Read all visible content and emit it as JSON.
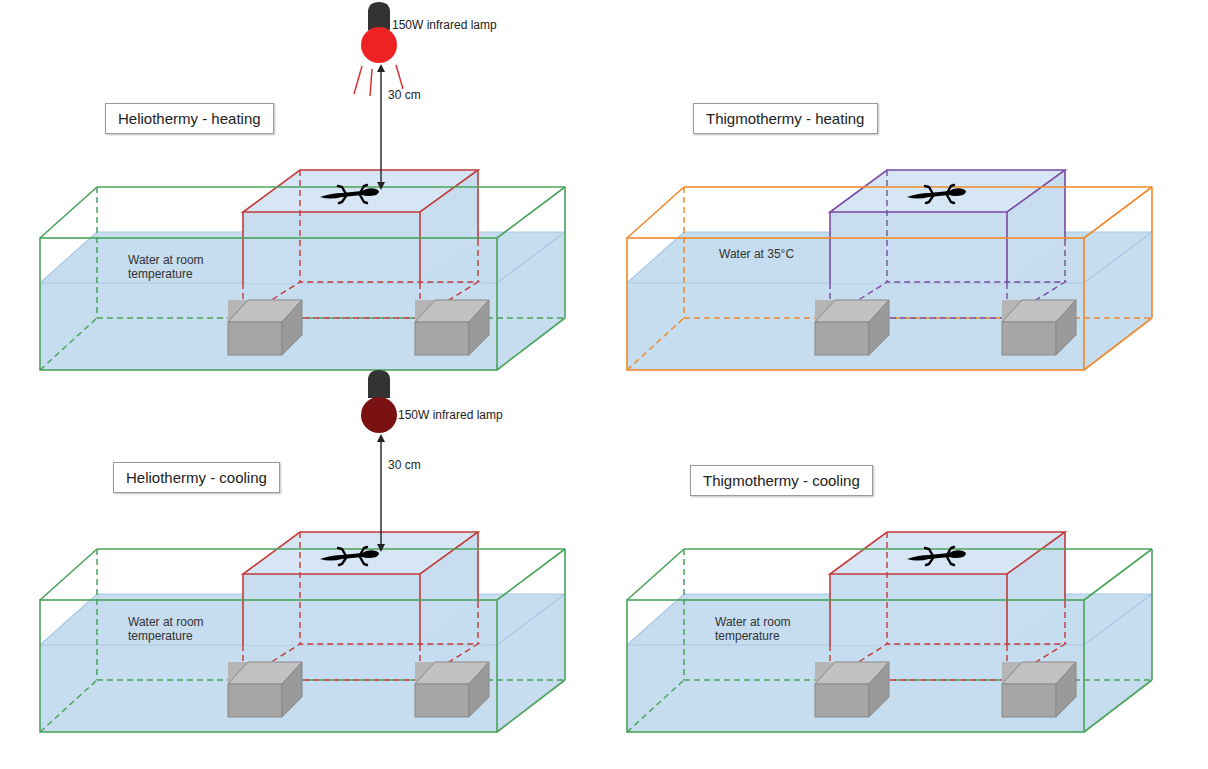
{
  "diagram": {
    "nodes": [
      {
        "text": [
          "Heliothermy - heating"
        ]
      },
      {
        "text": [
          "Water at room temperature"
        ]
      },
      {
        "text": [
          "Thigmothermy - heating"
        ]
      },
      {
        "text": [
          "Water at 35°C"
        ]
      },
      {
        "text": [
          "Heliothermy - cooling"
        ]
      },
      {
        "text": [
          "Water at room temperature"
        ]
      },
      {
        "text": [
          "Thigmothermy - cooling"
        ]
      },
      {
        "text": [
          "Water at room temperature"
        ]
      }
    ],
    "labels": [
      "150W infrared lamp",
      "30 cm",
      "150W infrared lamp",
      "30 cm"
    ]
  }
}
